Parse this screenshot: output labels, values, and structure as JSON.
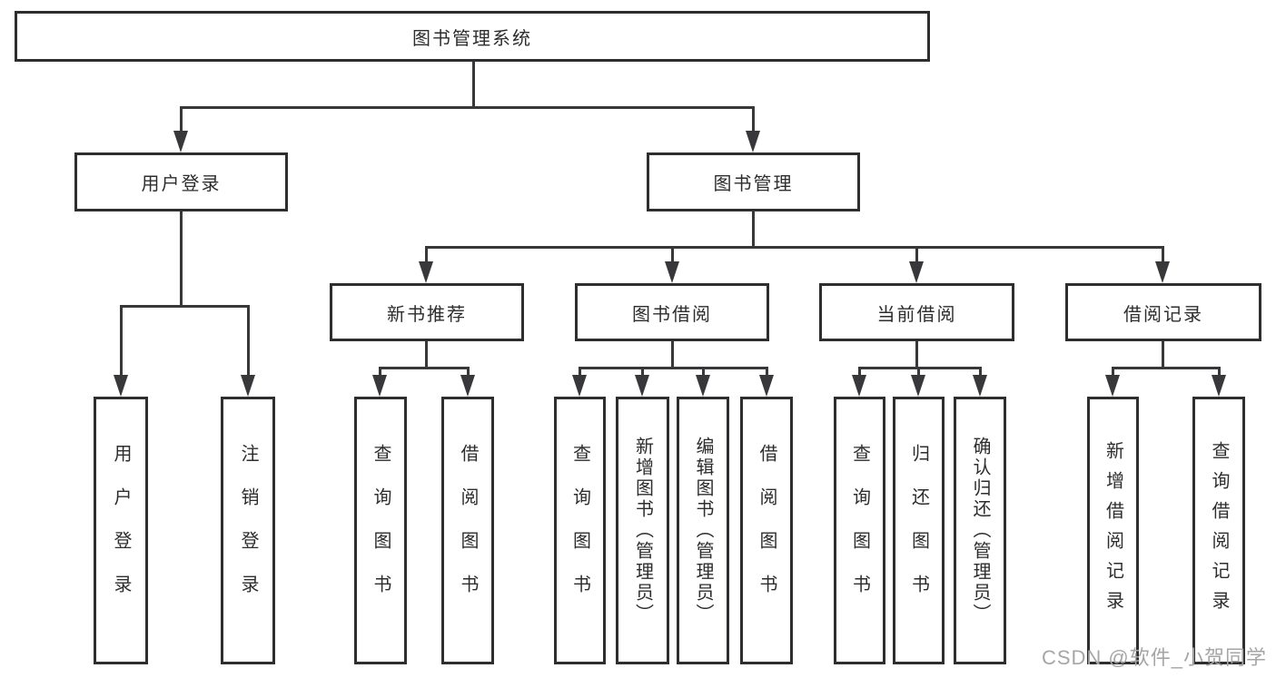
{
  "diagram": {
    "root": "图书管理系统",
    "level2": {
      "user_login": "用户登录",
      "book_mgmt": "图书管理"
    },
    "level3": {
      "new_book_rec": "新书推荐",
      "book_borrow": "图书借阅",
      "current_borrow": "当前借阅",
      "borrow_records": "借阅记录"
    },
    "leaves": {
      "user_login_group": [
        "用户登录",
        "注销登录"
      ],
      "new_book_rec_group": [
        "查询图书",
        "借阅图书"
      ],
      "book_borrow_group": [
        "查询图书",
        "新增图书（管理员）",
        "编辑图书（管理员）",
        "借阅图书"
      ],
      "current_borrow_group": [
        "查询图书",
        "归还图书",
        "确认归还（管理员）"
      ],
      "borrow_records_group": [
        "新增借阅记录",
        "查询借阅记录"
      ]
    }
  },
  "watermark": {
    "text": "CSDN @软件_小贺同学"
  },
  "colors": {
    "line": "#38383a",
    "border": "#2e2e30",
    "fill": "#ffffff",
    "text": "#2d2d2d",
    "bg": "#ffffff",
    "wm": "#a6a6a6"
  }
}
